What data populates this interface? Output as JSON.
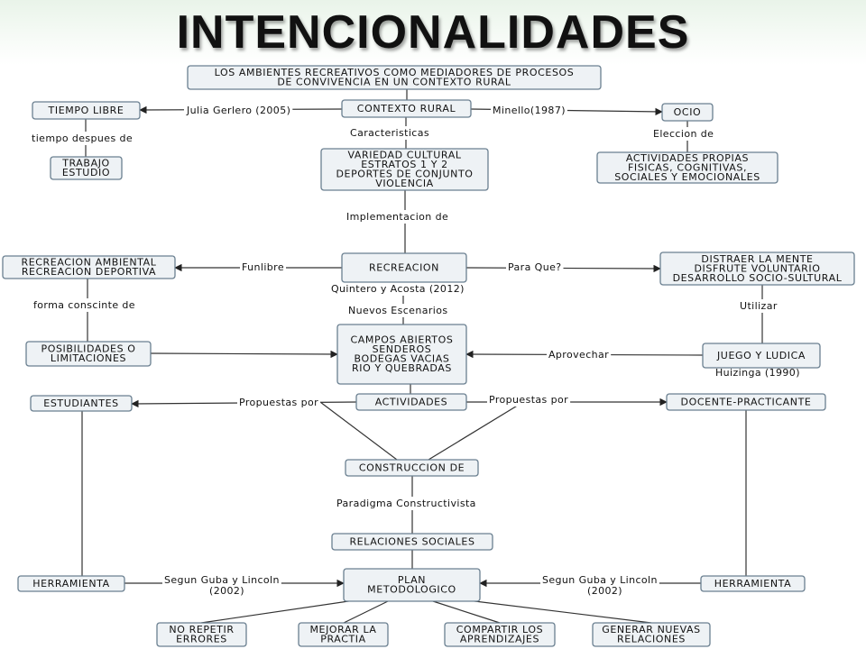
{
  "title": "INTENCIONALIDADES",
  "nodes": {
    "root": [
      "LOS AMBIENTES RECREATIVOS COMO MEDIADORES DE PROCESOS",
      "DE CONVIVENCIA EN UN CONTEXTO RURAL"
    ],
    "contexto": [
      "CONTEXTO RURAL"
    ],
    "tiempo": [
      "TIEMPO LIBRE"
    ],
    "ocio": [
      "OCIO"
    ],
    "trabajo": [
      "TRABAJO",
      "ESTUDIO"
    ],
    "variedad": [
      "VARIEDAD CULTURAL",
      "ESTRATOS 1 Y 2",
      "DEPORTES DE CONJUNTO",
      "VIOLENCIA"
    ],
    "actpropias": [
      "ACTIVIDADES PROPIAS",
      "FISICAS, COGNITIVAS,",
      "SOCIALES Y EMOCIONALES"
    ],
    "recreacion": [
      "RECREACION"
    ],
    "recamb": [
      "RECREACION AMBIENTAL",
      "RECREACION DEPORTIVA"
    ],
    "distraer": [
      "DISTRAER LA MENTE",
      "DISFRUTE VOLUNTARIO",
      "DESARROLLO SOCIO-SULTURAL"
    ],
    "posib": [
      "POSIBILIDADES O",
      "LIMITACIONES"
    ],
    "campos": [
      "CAMPOS ABIERTOS",
      "SENDEROS",
      "BODEGAS VACIAS",
      "RIO Y QUEBRADAS"
    ],
    "juego": [
      "JUEGO Y LUDICA"
    ],
    "estudiantes": [
      "ESTUDIANTES"
    ],
    "actividades": [
      "ACTIVIDADES"
    ],
    "docente": [
      "DOCENTE-PRACTICANTE"
    ],
    "construccion": [
      "CONSTRUCCION DE"
    ],
    "relaciones": [
      "RELACIONES SOCIALES"
    ],
    "herr1": [
      "HERRAMIENTA"
    ],
    "plan": [
      "PLAN",
      "METODOLOGICO"
    ],
    "herr2": [
      "HERRAMIENTA"
    ],
    "norepetir": [
      "NO REPETIR",
      "ERRORES"
    ],
    "mejorar": [
      "MEJORAR LA",
      "PRACTIA"
    ],
    "compartir": [
      "COMPARTIR LOS",
      "APRENDIZAJES"
    ],
    "generar": [
      "GENERAR NUEVAS",
      "RELACIONES"
    ]
  },
  "labels": {
    "julia": [
      "Julia Gerlero (2005)"
    ],
    "minello": [
      "Minello(1987)"
    ],
    "tiempo_despues": [
      "tiempo despues de"
    ],
    "caracteristicas": [
      "Caracteristicas"
    ],
    "eleccion": [
      "Eleccion de"
    ],
    "implementacion": [
      "Implementacion de"
    ],
    "funlibre": [
      "Funlibre"
    ],
    "paraque": [
      "Para Que?"
    ],
    "quintero": [
      "Quintero y Acosta (2012)"
    ],
    "forma": [
      "forma conscinte de"
    ],
    "nuevos": [
      "Nuevos Escenarios"
    ],
    "utilizar": [
      "Utilizar"
    ],
    "aprovechar": [
      "Aprovechar"
    ],
    "huizinga": [
      "Huizinga (1990)"
    ],
    "prop1": [
      "Propuestas por"
    ],
    "prop2": [
      "Propuestas por"
    ],
    "paradigma": [
      "Paradigma Constructivista"
    ],
    "guba1": [
      "Segun Guba y Lincoln",
      "(2002)"
    ],
    "guba2": [
      "Segun Guba y Lincoln",
      "(2002)"
    ]
  }
}
